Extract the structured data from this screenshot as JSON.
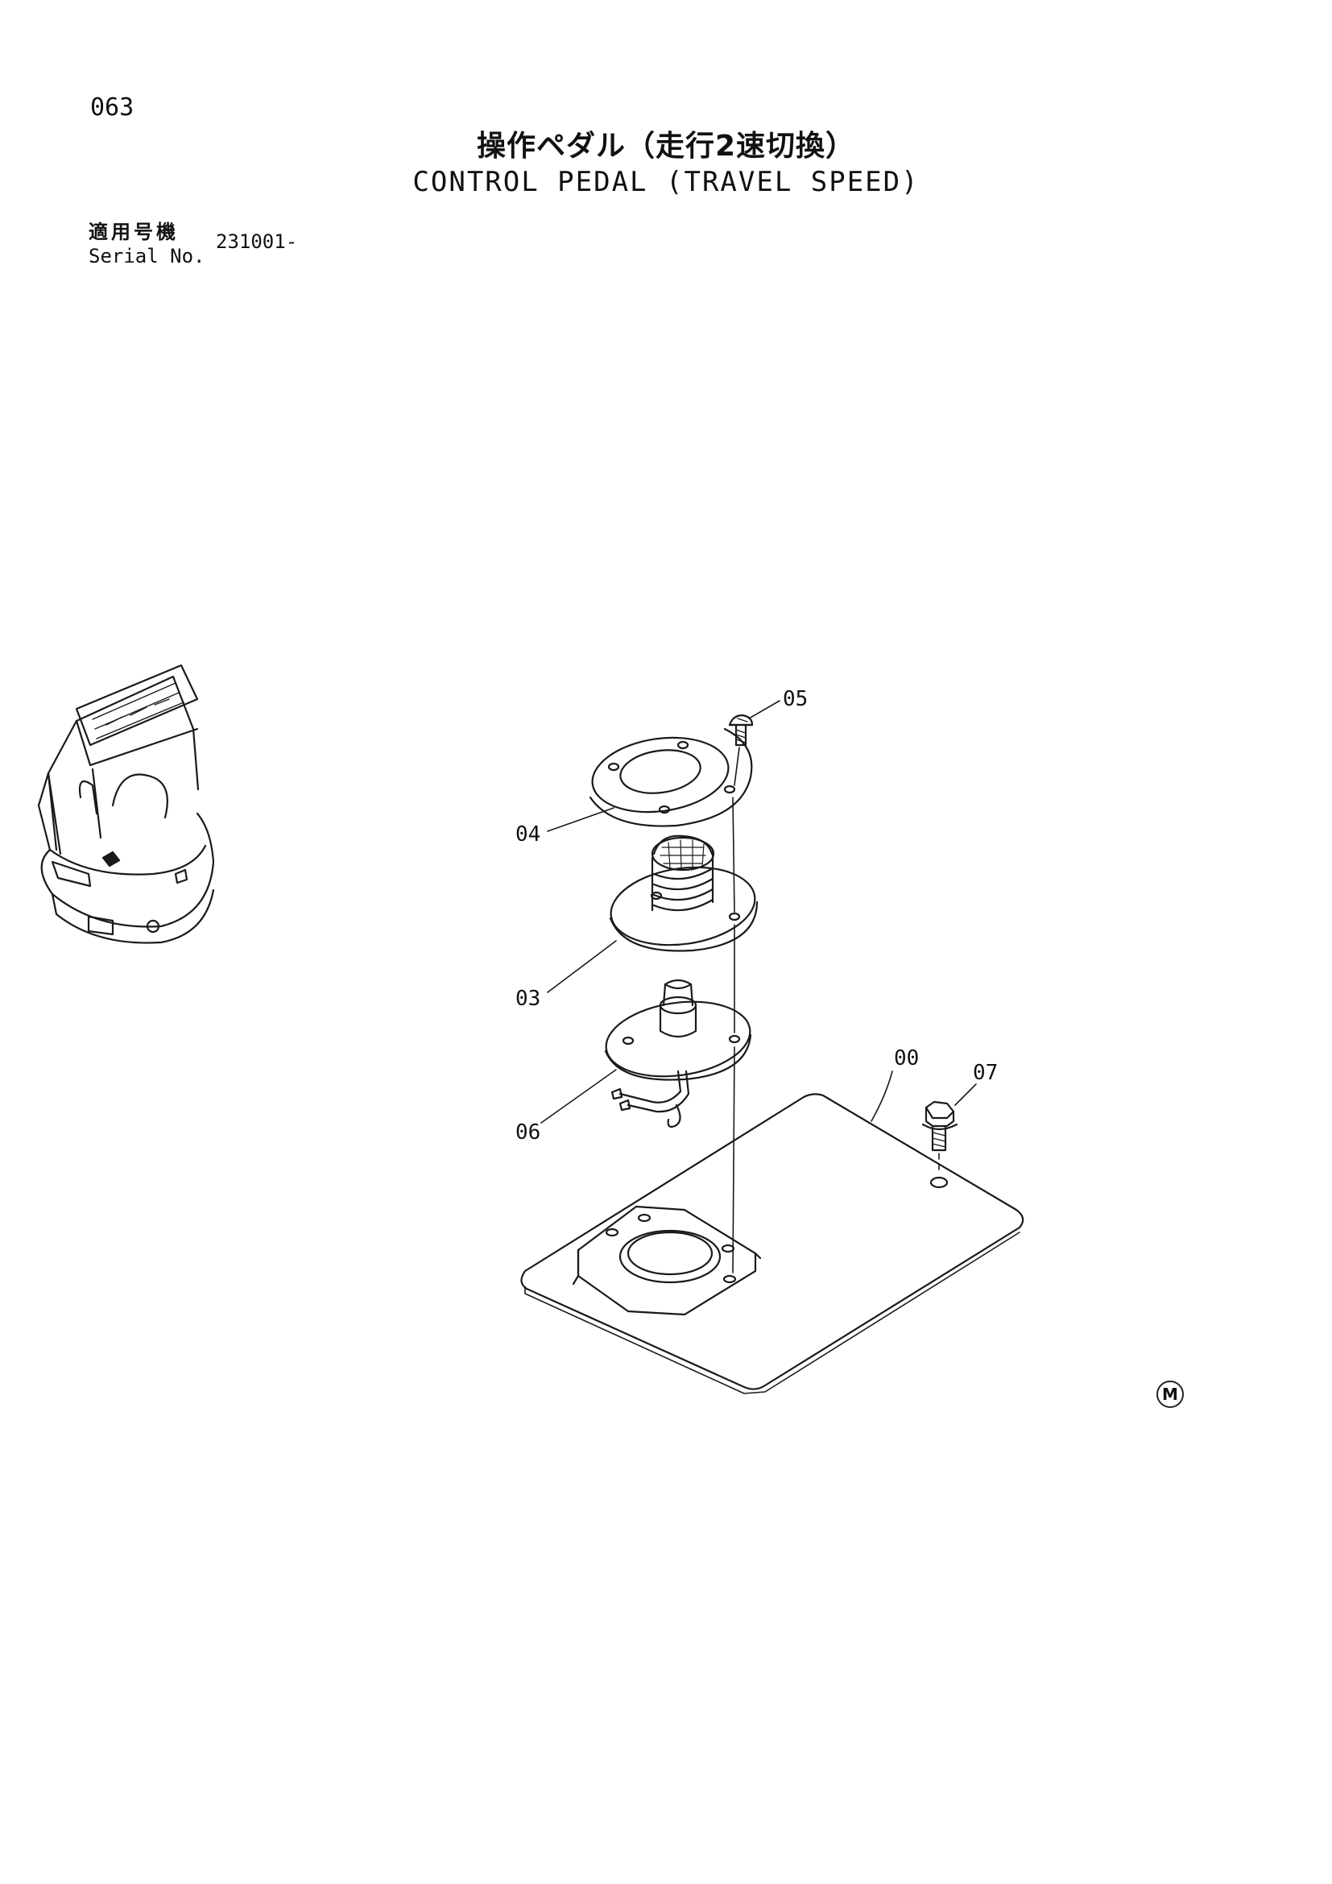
{
  "page": {
    "number": "063"
  },
  "title": {
    "ja": "操作ペダル（走行2速切換）",
    "en": "CONTROL PEDAL (TRAVEL SPEED)"
  },
  "serial": {
    "label_ja": "適用号機",
    "label_en": "Serial No.",
    "value": "231001-"
  },
  "callouts": {
    "c05": "05",
    "c04": "04",
    "c03": "03",
    "c06": "06",
    "c00": "00",
    "c07": "07"
  },
  "corner_mark": "M"
}
